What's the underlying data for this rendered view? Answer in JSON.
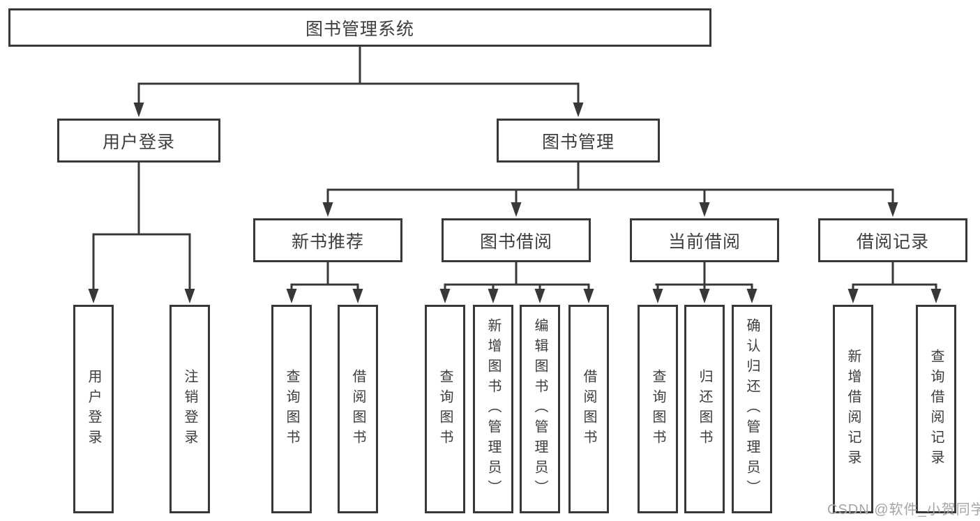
{
  "diagram": {
    "root": {
      "label": "图书管理系统"
    },
    "level2": {
      "user_login": {
        "label": "用户登录"
      },
      "book_management": {
        "label": "图书管理"
      }
    },
    "level3": {
      "new_book_recommend": {
        "label": "新书推荐"
      },
      "book_borrowing": {
        "label": "图书借阅"
      },
      "current_borrowing": {
        "label": "当前借阅"
      },
      "borrowing_records": {
        "label": "借阅记录"
      }
    },
    "leaves": {
      "user_login": [
        "用户登录",
        "注销登录"
      ],
      "new_book_recommend": [
        "查询图书",
        "借阅图书"
      ],
      "book_borrowing": [
        "查询图书",
        "新增图书（管理员）",
        "编辑图书（管理员）",
        "借阅图书"
      ],
      "current_borrowing": [
        "查询图书",
        "归还图书",
        "确认归还（管理员）"
      ],
      "borrowing_records": [
        "新增借阅记录",
        "查询借阅记录"
      ]
    }
  },
  "watermark": {
    "text": "CSDN @软件_小贺同学"
  },
  "colors": {
    "line": "#383838",
    "text": "#3d3d3d",
    "watermark": "#a9a4a4",
    "background": "#ffffff"
  }
}
